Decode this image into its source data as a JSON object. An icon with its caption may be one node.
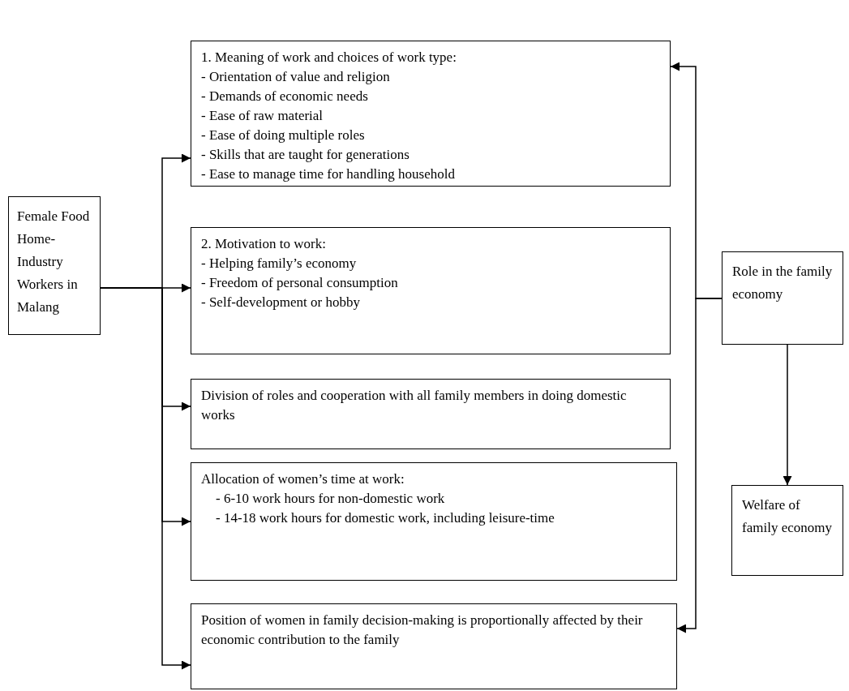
{
  "diagram": {
    "nodes": [
      {
        "text": [
          "Female Food Home-Industry Workers in Malang"
        ]
      },
      {
        "text": [
          "1. Meaning of work and choices of work type:",
          "- Orientation of value and religion",
          "- Demands of economic needs",
          "- Ease of raw material",
          "- Ease of doing multiple roles",
          "- Skills that are taught for generations",
          "- Ease to manage time for handling household"
        ]
      },
      {
        "text": [
          "2. Motivation to work:",
          "- Helping family’s economy",
          "- Freedom of personal consumption",
          "- Self-development or hobby"
        ]
      },
      {
        "text": [
          "Division of roles and cooperation with all family members in doing domestic works"
        ]
      },
      {
        "text": [
          "Allocation of women’s time at work:",
          "- 6-10 work hours for non-domestic work",
          "- 14-18 work hours for domestic work, including leisure-time"
        ]
      },
      {
        "text": [
          "Position of women in family decision-making is proportionally affected by their economic contribution to the family"
        ]
      },
      {
        "text": [
          "Role in the family economy"
        ]
      },
      {
        "text": [
          "Welfare of family economy"
        ]
      }
    ],
    "edges": [
      {
        "from": 0,
        "to": 1,
        "arrow": "to"
      },
      {
        "from": 0,
        "to": 2,
        "arrow": "to"
      },
      {
        "from": 0,
        "to": 3,
        "arrow": "to"
      },
      {
        "from": 0,
        "to": 4,
        "arrow": "to"
      },
      {
        "from": 0,
        "to": 5,
        "arrow": "to"
      },
      {
        "from": 6,
        "to": 1,
        "arrow": "to"
      },
      {
        "from": 6,
        "to": 5,
        "arrow": "to"
      },
      {
        "from": 6,
        "to": 7,
        "arrow": "to"
      }
    ]
  }
}
